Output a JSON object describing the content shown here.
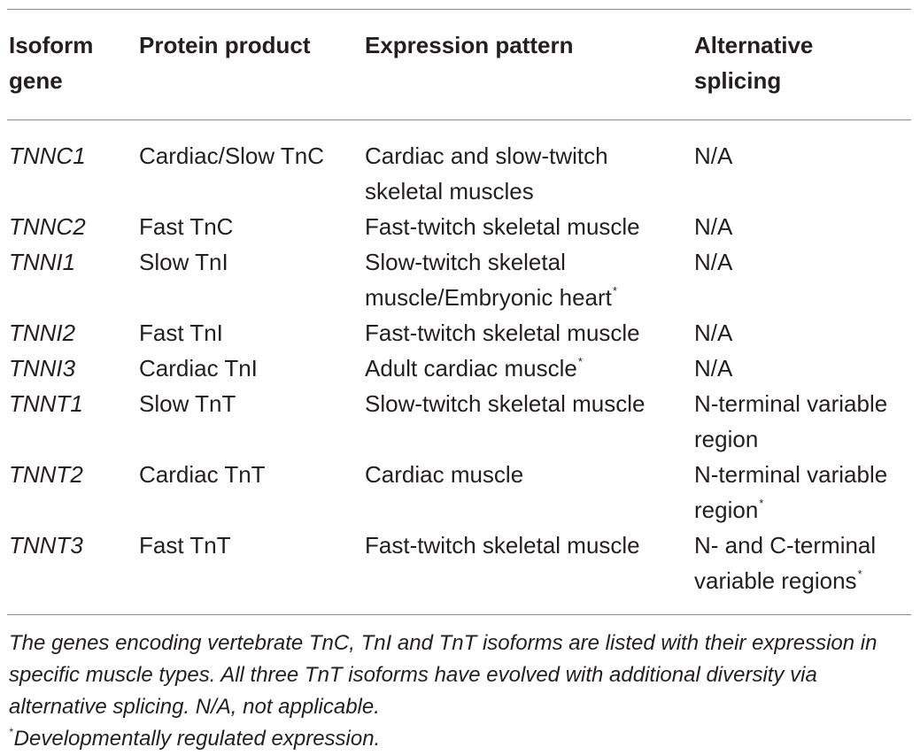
{
  "table": {
    "headers": [
      "Isoform gene",
      "Protein product",
      "Expression pattern",
      "Alternative splicing"
    ],
    "rows": [
      {
        "gene": "TNNC1",
        "protein": "Cardiac/Slow TnC",
        "expression": "Cardiac and slow-twitch skeletal muscles",
        "expression_mark": "",
        "splicing": "N/A",
        "splicing_mark": ""
      },
      {
        "gene": "TNNC2",
        "protein": "Fast TnC",
        "expression": "Fast-twitch skeletal muscle",
        "expression_mark": "",
        "splicing": "N/A",
        "splicing_mark": ""
      },
      {
        "gene": "TNNI1",
        "protein": "Slow TnI",
        "expression": "Slow-twitch skeletal muscle/Embryonic heart",
        "expression_mark": "*",
        "splicing": "N/A",
        "splicing_mark": ""
      },
      {
        "gene": "TNNI2",
        "protein": "Fast TnI",
        "expression": "Fast-twitch skeletal muscle",
        "expression_mark": "",
        "splicing": "N/A",
        "splicing_mark": ""
      },
      {
        "gene": "TNNI3",
        "protein": "Cardiac TnI",
        "expression": "Adult cardiac muscle",
        "expression_mark": "*",
        "splicing": "N/A",
        "splicing_mark": ""
      },
      {
        "gene": "TNNT1",
        "protein": "Slow TnT",
        "expression": "Slow-twitch skeletal muscle",
        "expression_mark": "",
        "splicing": "N-terminal variable region",
        "splicing_mark": ""
      },
      {
        "gene": "TNNT2",
        "protein": "Cardiac TnT",
        "expression": "Cardiac muscle",
        "expression_mark": "",
        "splicing": "N-terminal variable region",
        "splicing_mark": "*"
      },
      {
        "gene": "TNNT3",
        "protein": "Fast TnT",
        "expression": "Fast-twitch skeletal muscle",
        "expression_mark": "",
        "splicing": "N- and C-terminal variable regions",
        "splicing_mark": "*"
      }
    ]
  },
  "notes": {
    "caption": "The genes encoding vertebrate TnC, TnI and TnT isoforms are listed with their expression in specific muscle types. All three TnT isoforms have evolved with additional diversity via alternative splicing. N/A, not applicable.",
    "footnote_mark": "*",
    "footnote_text": "Developmentally regulated expression."
  }
}
